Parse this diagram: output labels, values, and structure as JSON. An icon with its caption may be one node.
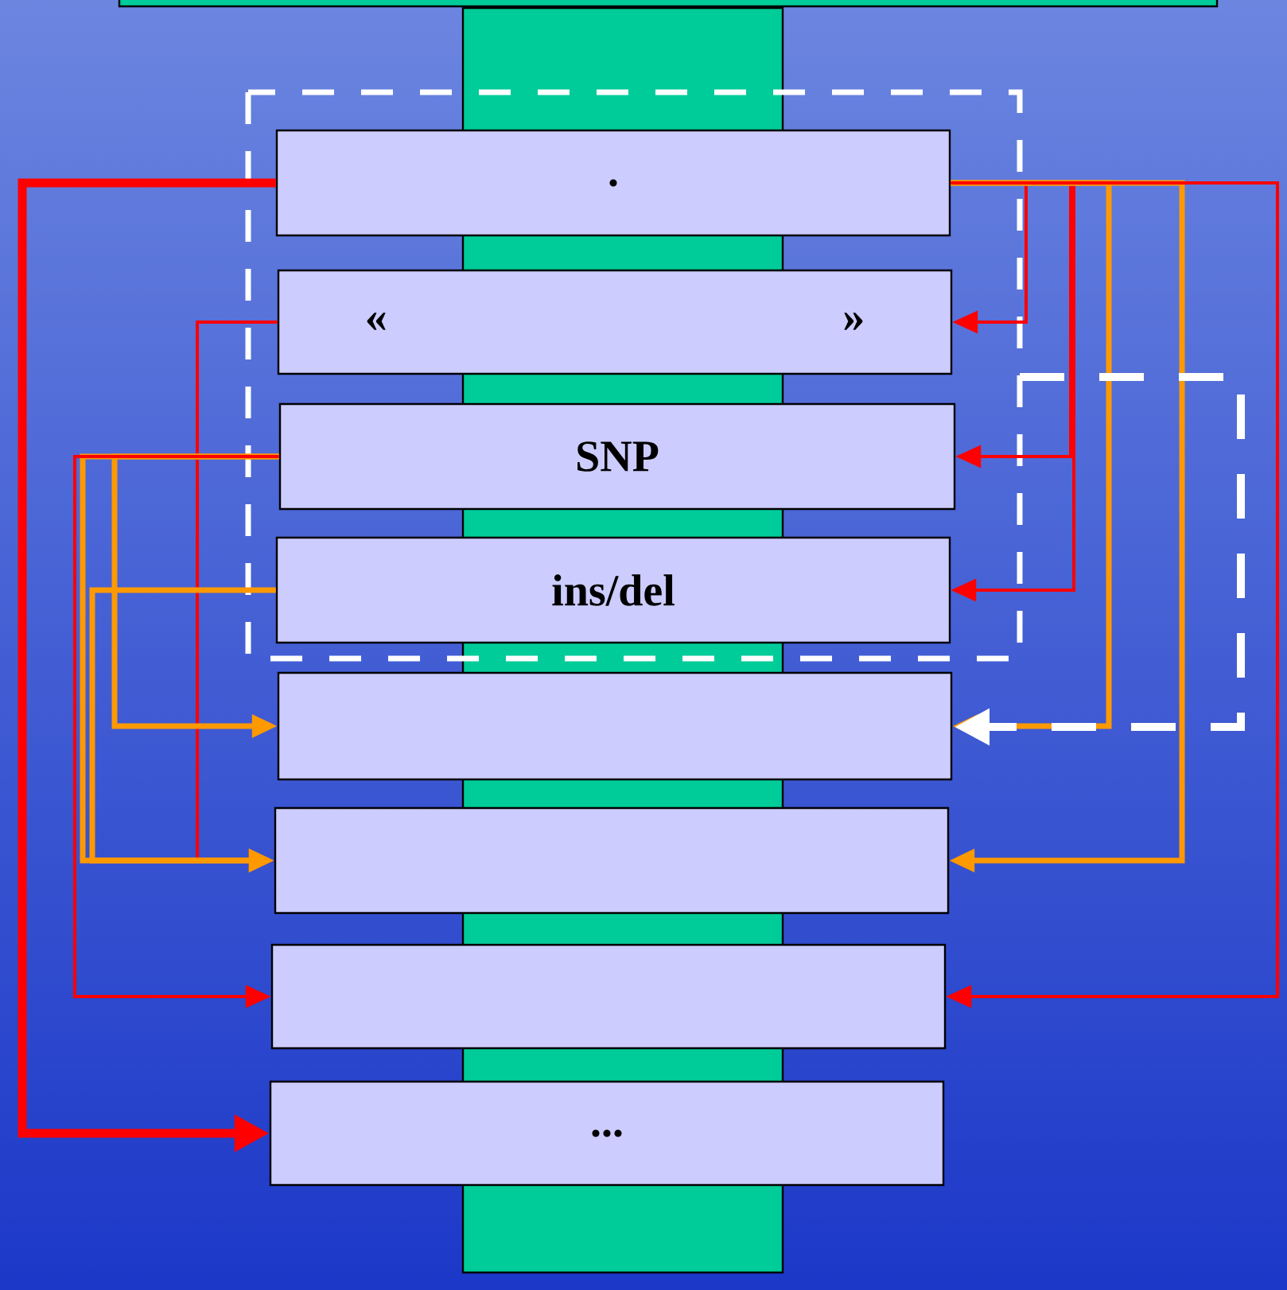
{
  "diagram": {
    "nodes": [
      {
        "text": [
          "."
        ]
      },
      {
        "text": [
          "«",
          "»"
        ]
      },
      {
        "text": [
          "SNP"
        ]
      },
      {
        "text": [
          "ins/del"
        ]
      },
      {
        "text": [],
        "shape": "box"
      },
      {
        "text": [],
        "shape": "box"
      },
      {
        "text": [],
        "shape": "box"
      },
      {
        "text": [
          "..."
        ]
      }
    ],
    "edges": [
      {
        "from": 0,
        "to": 7,
        "arrow": "to",
        "style": "thick"
      },
      {
        "from": 1,
        "to": 5,
        "arrow": "to"
      },
      {
        "from": 2,
        "to": 4,
        "arrow": "to",
        "color": "#ff9900"
      },
      {
        "from": 2,
        "to": 5,
        "arrow": "to",
        "color": "#ff9900"
      },
      {
        "from": 2,
        "to": 6,
        "arrow": "to"
      },
      {
        "from": 3,
        "to": 5,
        "arrow": "to",
        "color": "#ff9900"
      },
      {
        "from": 0,
        "to": 1,
        "arrow": "to"
      },
      {
        "from": 0,
        "to": 2,
        "arrow": "to"
      },
      {
        "from": 0,
        "to": 3,
        "arrow": "to"
      },
      {
        "from": 0,
        "to": 4,
        "arrow": "to",
        "color": "#ff9900"
      },
      {
        "from": 0,
        "to": 5,
        "arrow": "to",
        "color": "#ff9900"
      },
      {
        "from": 0,
        "to": 6,
        "arrow": "to"
      }
    ]
  }
}
